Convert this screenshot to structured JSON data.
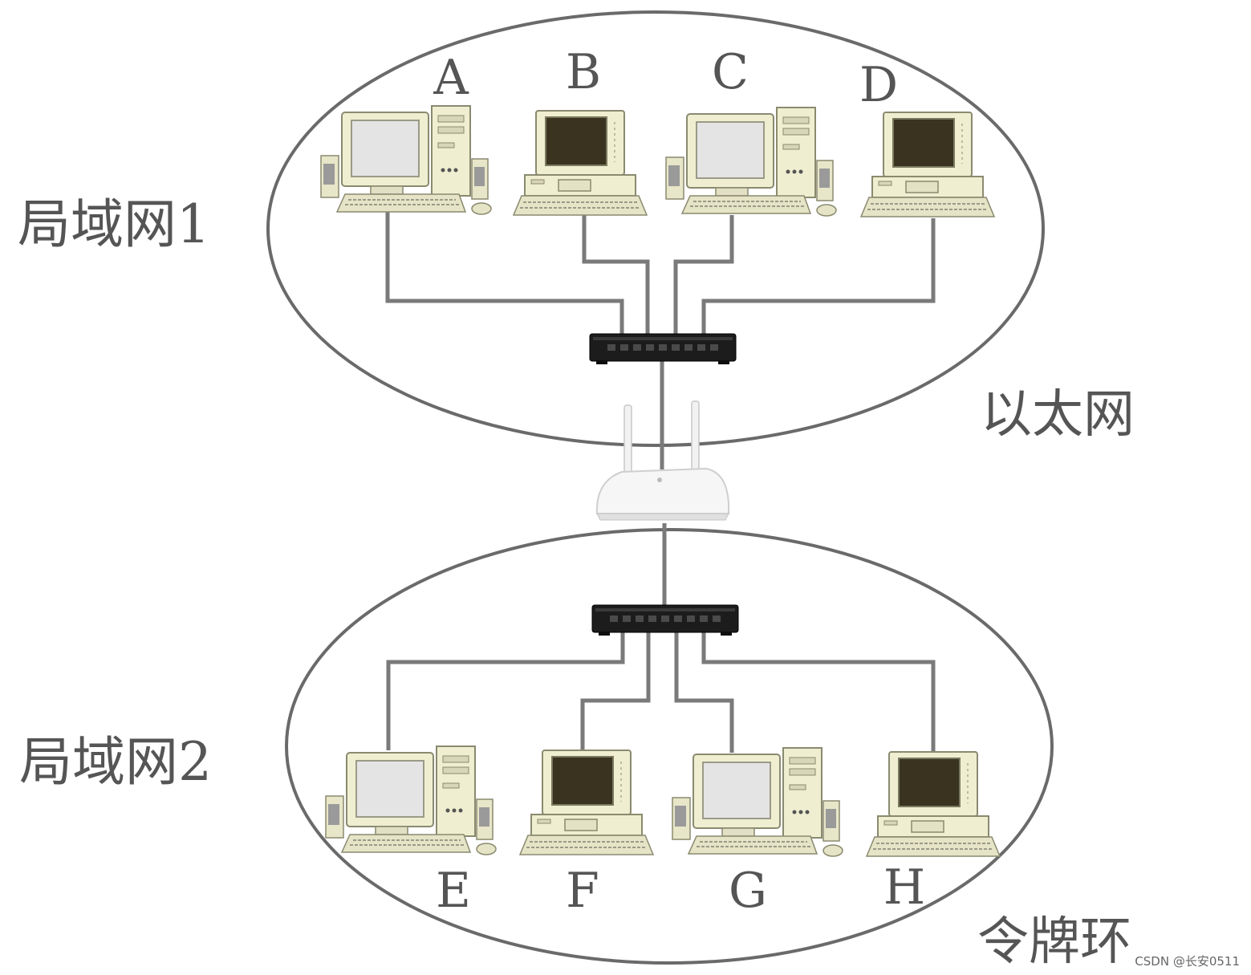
{
  "labels": {
    "lan1": "局域网1",
    "lan2": "局域网2",
    "ethernet": "以太网",
    "token_ring": "令牌环"
  },
  "computers": {
    "top": [
      {
        "letter": "A",
        "model": "tower"
      },
      {
        "letter": "B",
        "model": "terminal"
      },
      {
        "letter": "C",
        "model": "tower"
      },
      {
        "letter": "D",
        "model": "terminal"
      }
    ],
    "bottom": [
      {
        "letter": "E",
        "model": "tower"
      },
      {
        "letter": "F",
        "model": "terminal"
      },
      {
        "letter": "G",
        "model": "tower"
      },
      {
        "letter": "H",
        "model": "terminal"
      }
    ]
  },
  "devices": {
    "top_hub": "switch-icon",
    "bottom_hub": "switch-icon",
    "router": "wireless-router-icon"
  },
  "watermark": "CSDN @长安0511",
  "colors": {
    "cable": "#7a7a7a",
    "ellipse": "#6a6a6a",
    "beige": "#efeed0",
    "screen_light": "#e4e4e4",
    "screen_dark": "#3a3320",
    "switch": "#1c1c1c"
  }
}
